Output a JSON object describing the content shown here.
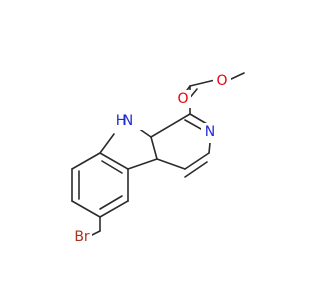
{
  "molecule": {
    "atoms": {
      "bromine": "Br",
      "indole_nitrogen": "N",
      "indole_hydrogen": "H",
      "pyridine_nitrogen": "N",
      "carbonyl_oxygen": "O",
      "ester_oxygen": "O"
    },
    "colors": {
      "bond": "#2b2b2b",
      "oxygen": "#e8000b",
      "nitrogen": "#1f2bd6",
      "bromine": "#a8341d",
      "background": "#ffffff"
    }
  }
}
